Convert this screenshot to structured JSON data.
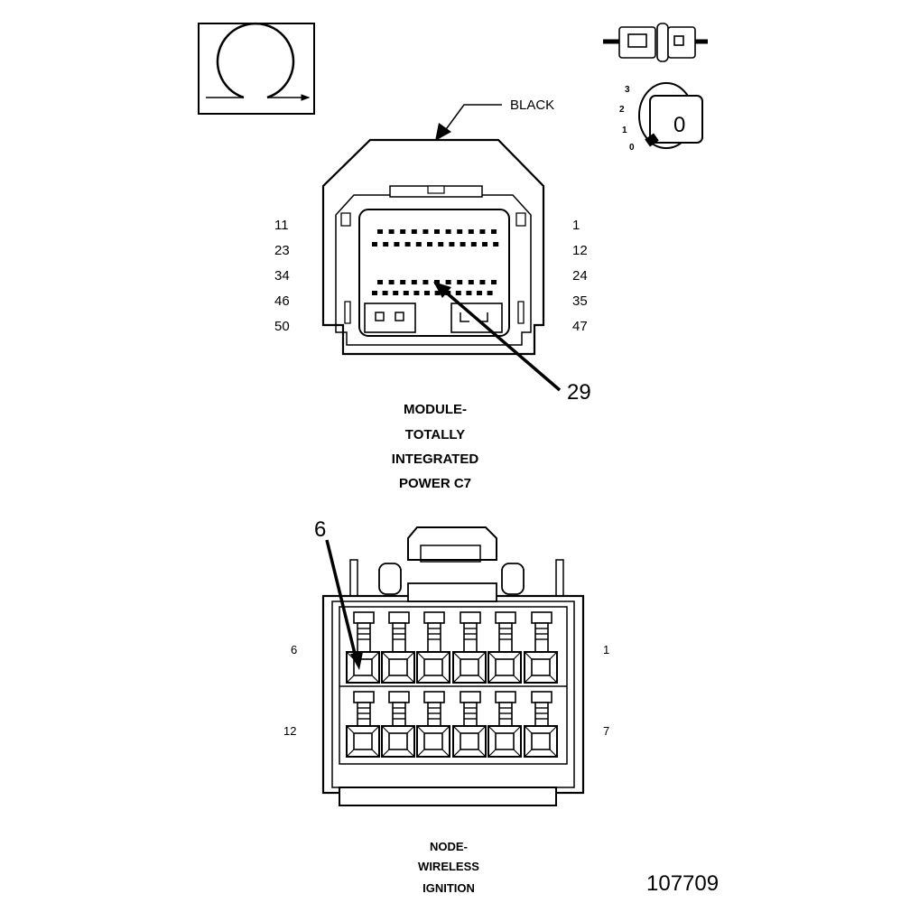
{
  "top_connector": {
    "color_label": "BLACK",
    "callout": "29",
    "left_pins": [
      "11",
      "23",
      "34",
      "46",
      "50"
    ],
    "right_pins": [
      "1",
      "12",
      "24",
      "35",
      "47"
    ],
    "caption": [
      "MODULE-",
      "TOTALLY",
      "INTEGRATED",
      "POWER C7"
    ]
  },
  "bottom_connector": {
    "callout": "6",
    "left_pins": [
      "6",
      "12"
    ],
    "right_pins": [
      "1",
      "7"
    ],
    "caption": [
      "NODE-",
      "WIRELESS",
      "IGNITION"
    ]
  },
  "ignition_positions": [
    "3",
    "2",
    "1",
    "0"
  ],
  "key_label": "0",
  "figure_number": "107709"
}
